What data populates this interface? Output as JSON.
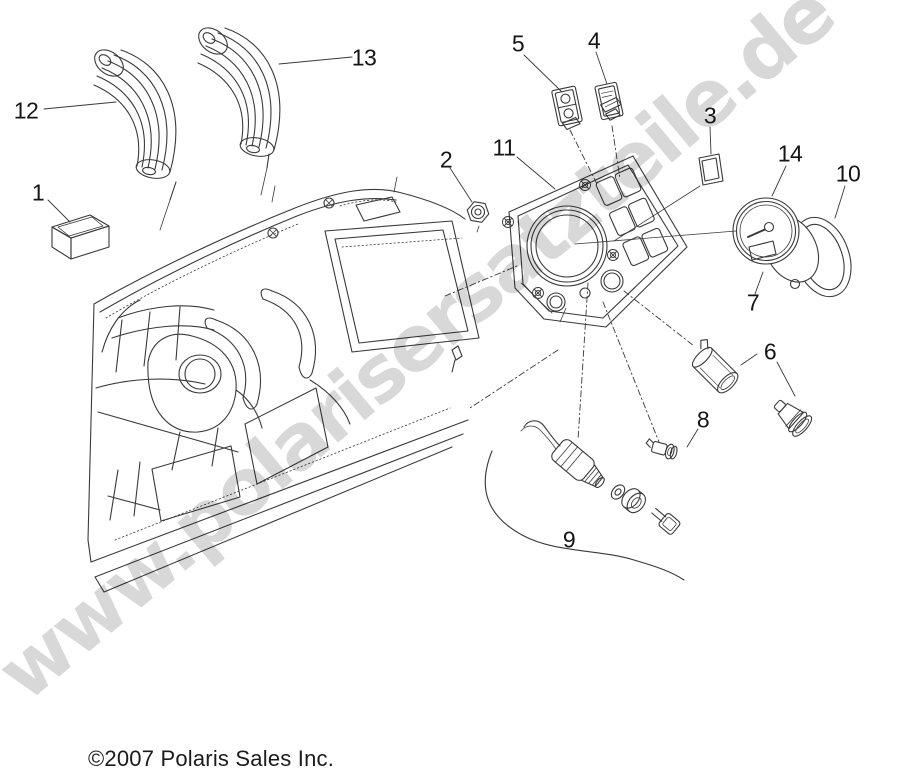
{
  "page": {
    "background": "#ffffff"
  },
  "diagram": {
    "description": "Polaris dashboard / instrument panel exploded parts diagram",
    "line_color": "#3a3a3a",
    "callouts": [
      {
        "label": "1"
      },
      {
        "label": "2"
      },
      {
        "label": "3"
      },
      {
        "label": "4"
      },
      {
        "label": "5"
      },
      {
        "label": "6"
      },
      {
        "label": "7"
      },
      {
        "label": "8"
      },
      {
        "label": "9"
      },
      {
        "label": "10"
      },
      {
        "label": "11"
      },
      {
        "label": "12"
      },
      {
        "label": "13"
      },
      {
        "label": "14"
      }
    ]
  },
  "watermark": {
    "text": "www.polarisersatzteile.de",
    "color": "#d8d8d8"
  },
  "footer": {
    "copyright": "©2007 Polaris Sales Inc."
  }
}
